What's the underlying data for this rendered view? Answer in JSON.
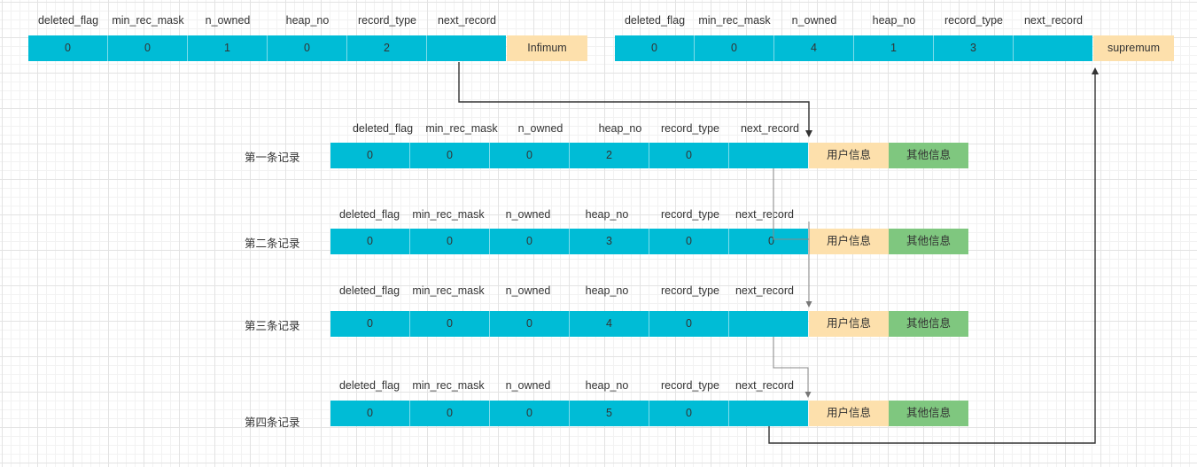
{
  "field_headers": [
    "deleted_flag",
    "min_rec_mask",
    "n_owned",
    "heap_no",
    "record_type",
    "next_record"
  ],
  "infimum": {
    "values": [
      "0",
      "0",
      "1",
      "0",
      "2",
      ""
    ],
    "label": "Infimum"
  },
  "supremum": {
    "values": [
      "0",
      "0",
      "4",
      "1",
      "3",
      ""
    ],
    "label": "supremum"
  },
  "records": [
    {
      "label": "第一条记录",
      "values": [
        "0",
        "0",
        "0",
        "2",
        "0",
        ""
      ],
      "user_info": "用户信息",
      "other_info": "其他信息"
    },
    {
      "label": "第二条记录",
      "values": [
        "0",
        "0",
        "0",
        "3",
        "0",
        "0"
      ],
      "user_info": "用户信息",
      "other_info": "其他信息"
    },
    {
      "label": "第三条记录",
      "values": [
        "0",
        "0",
        "0",
        "4",
        "0",
        ""
      ],
      "user_info": "用户信息",
      "other_info": "其他信息"
    },
    {
      "label": "第四条记录",
      "values": [
        "0",
        "0",
        "0",
        "5",
        "0",
        ""
      ],
      "user_info": "用户信息",
      "other_info": "其他信息"
    }
  ],
  "colors": {
    "field_cell": "#00bcd6",
    "user_info": "#fde0ac",
    "other_info": "#7fc77f",
    "infimum_supremum_tag": "#fde0ac"
  }
}
